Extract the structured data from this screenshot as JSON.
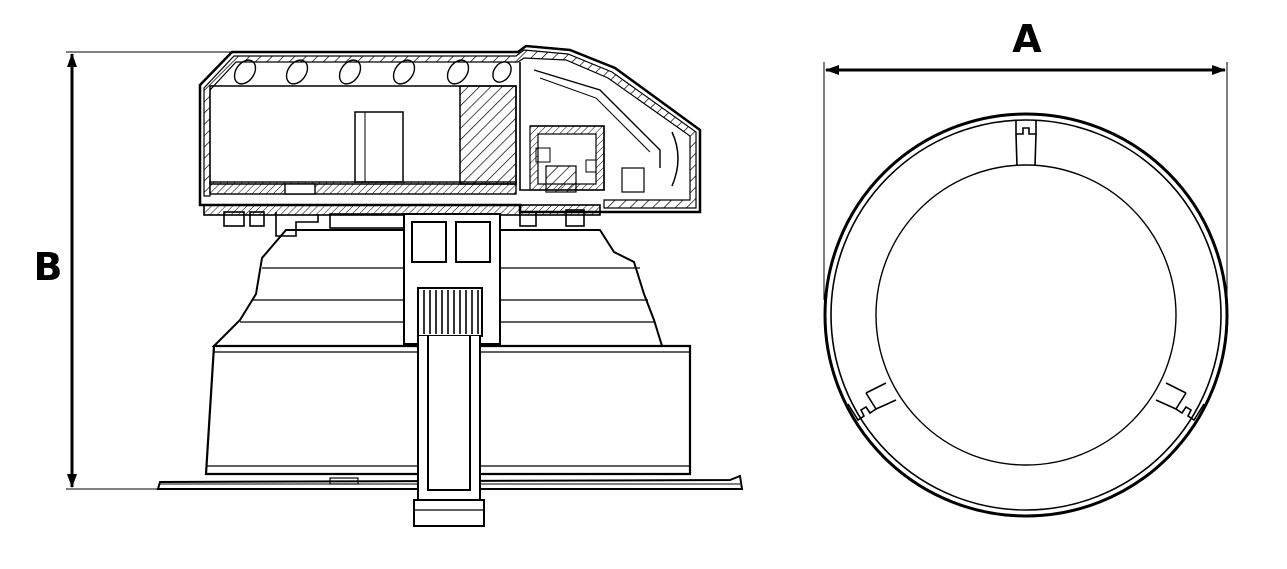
{
  "figure": {
    "dimensions": [
      {
        "id": "A",
        "label": "A"
      },
      {
        "id": "B",
        "label": "B"
      }
    ],
    "views": [
      {
        "id": "side-section"
      },
      {
        "id": "top-view"
      }
    ],
    "colors": {
      "ink": "#000000",
      "background": "#ffffff",
      "hatch": "#000000"
    }
  }
}
